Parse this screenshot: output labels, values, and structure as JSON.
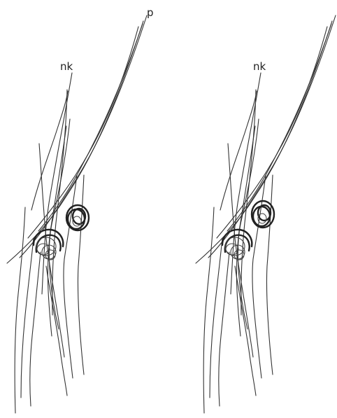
{
  "figure": {
    "left_panel": {
      "labels": {
        "p": "p",
        "nk": "nk"
      }
    },
    "right_panel": {
      "labels": {
        "nk": "nk"
      }
    },
    "colors": {
      "ink": "#333333",
      "background": "#ffffff"
    }
  }
}
